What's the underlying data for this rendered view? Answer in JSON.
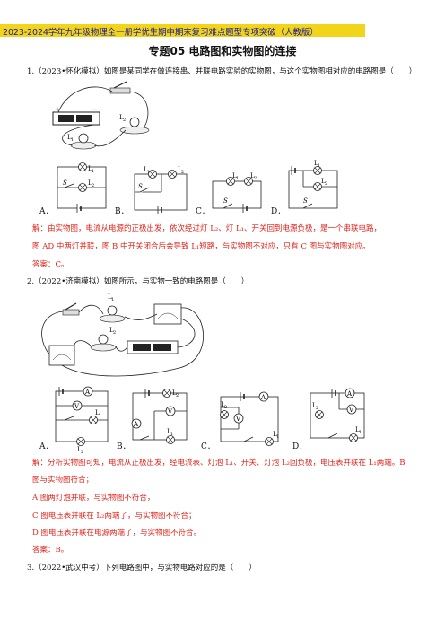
{
  "header": "2023-2024学年九年级物理全一册学优生期中期末复习难点题型专项突破（人教版）",
  "title": "专题05  电路图和实物图的连接",
  "q1": {
    "text": "1.（2023•怀化模拟）如图是某同学在做连接串、并联电路实验的实物图，与这个实物图相对应的电路图是（　　）",
    "options": [
      "A．",
      "B．",
      "C．",
      "D．"
    ],
    "explain1": "解：由实物图，电流从电源的正极出发，依次经过灯 L₂、灯 L₁、开关回到电源负极，是一个串联电路，",
    "explain2": "图 AD 中两灯并联，图 B 中开关闭合后会导致 L₁短路，与实物图不对应，只有 C 图与实物图对应。",
    "answer": "答案：C。"
  },
  "q2": {
    "text": "2.（2022•济南模拟）如图所示，与实物一致的电路图是（　　）",
    "options": [
      "A．",
      "B．",
      "C．",
      "D．"
    ],
    "explain1": "解：分析实物图可知，电流从正极出发，经电流表、灯泡 L₁、开关、灯泡 L₂回负极，电压表并联在 L₁两端。B",
    "explain2": "图与实物图符合；",
    "explain3": "A 图两灯泡并联，与实物图不符合，",
    "explain4": "C 图电压表并联在 L₂两端了，与实物图不符合；",
    "explain5": "D 图电压表并联在电源两端了，与实物图不符合。",
    "answer": "答案：B。"
  },
  "q3": {
    "text": "3.（2022•武汉中考）下列电路图中，与实物电路对应的是（　　）"
  },
  "labels": {
    "L1": "L",
    "L2": "L",
    "S": "S",
    "A": "A",
    "V": "V",
    "sub1": "1",
    "sub2": "2"
  }
}
